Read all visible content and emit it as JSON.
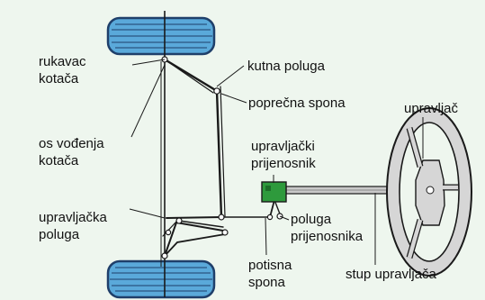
{
  "labels": {
    "wheel_knuckle": [
      "rukavac",
      "kotača"
    ],
    "steering_axis": [
      "os vođenja",
      "kotača"
    ],
    "steering_arm": [
      "upravljačka",
      "poluga"
    ],
    "angle_lever": [
      "kutna poluga"
    ],
    "tie_rod": [
      "poprečna spona"
    ],
    "steering_gear": [
      "upravljački",
      "prijenosnik"
    ],
    "steering_wheel": [
      "upravljač"
    ],
    "pitman_arm": [
      "poluga",
      "prijenosnika"
    ],
    "drag_link": [
      "potisna",
      "spona"
    ],
    "steering_column": [
      "stup upravljača"
    ]
  },
  "colors": {
    "background": "#eef6ee",
    "tire": "#5aa9da",
    "tire_dark": "#1f3f6a",
    "gearbox": "#2e9a3c",
    "line": "#1a1a1a",
    "wheel_fill": "#d6d6d6"
  }
}
